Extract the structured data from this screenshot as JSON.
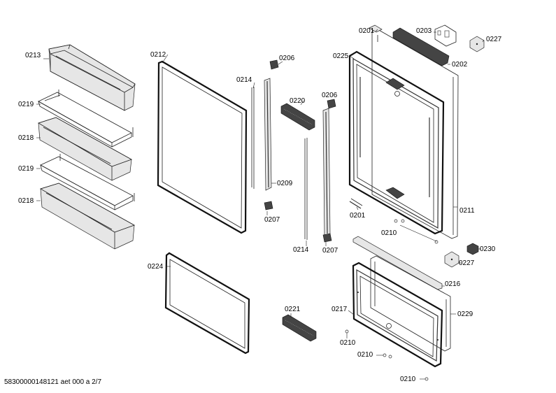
{
  "labels": {
    "l0213": "0213",
    "l0219a": "0219",
    "l0218a": "0218",
    "l0219b": "0219",
    "l0218b": "0218",
    "l0212": "0212",
    "l0224": "0224",
    "l0214a": "0214",
    "l0206a": "0206",
    "l0220": "0220",
    "l0209": "0209",
    "l0207a": "0207",
    "l0214b": "0214",
    "l0206b": "0206",
    "l0207b": "0207",
    "l0221": "0221",
    "l0201a": "0201",
    "l0203": "0203",
    "l0227a": "0227",
    "l0225": "0225",
    "l0202": "0202",
    "l0201b": "0201",
    "l0211": "0211",
    "l0210a": "0210",
    "l0230": "0230",
    "l0227b": "0227",
    "l0216": "0216",
    "l0217": "0217",
    "l0229": "0229",
    "l0210b": "0210",
    "l0210c": "0210",
    "l0210d": "0210"
  },
  "footer": "58300000148121 aet 000 a 2/7"
}
